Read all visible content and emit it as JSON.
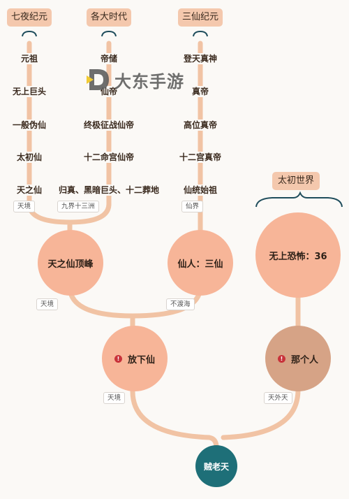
{
  "eras": [
    {
      "label": "七夜纪元"
    },
    {
      "label": "各大时代"
    },
    {
      "label": "三仙纪元"
    },
    {
      "label": "太初世界"
    }
  ],
  "columns": [
    {
      "items": [
        "元祖",
        "无上巨头",
        "一般伪仙",
        "太初仙",
        "天之仙"
      ],
      "tag": "天境"
    },
    {
      "items": [
        "帝储",
        "仙帝",
        "终极征战仙帝",
        "十二命宫仙帝",
        "归真、黑暗巨头、十二葬地"
      ],
      "tag": "九界十三洲"
    },
    {
      "items": [
        "登天真神",
        "真帝",
        "高位真帝",
        "十二宫真帝",
        "仙统始祖"
      ],
      "tag": "仙界"
    }
  ],
  "nodes": {
    "peak": {
      "label": "天之仙顶峰",
      "tag": "天境"
    },
    "immortals": {
      "label": "仙人：三仙",
      "tag": "不渡海"
    },
    "terror": {
      "label": "无上恐怖：36"
    },
    "letgo": {
      "label": "放下仙",
      "tag": "天境",
      "badge": "!"
    },
    "thatperson": {
      "label": "那个人",
      "tag": "天外天",
      "badge": "!"
    },
    "root": {
      "label": "贼老天"
    }
  },
  "watermark": {
    "text": "大东手游"
  },
  "colors": {
    "line": "#f1c3a4",
    "era_bg": "#f4c8ad",
    "brace_dark": "#1f4d5c",
    "circle_light": "#f7b598",
    "circle_brown": "#d6a386",
    "circle_teal": "#1e6f78",
    "warn_red": "#c8323a"
  }
}
